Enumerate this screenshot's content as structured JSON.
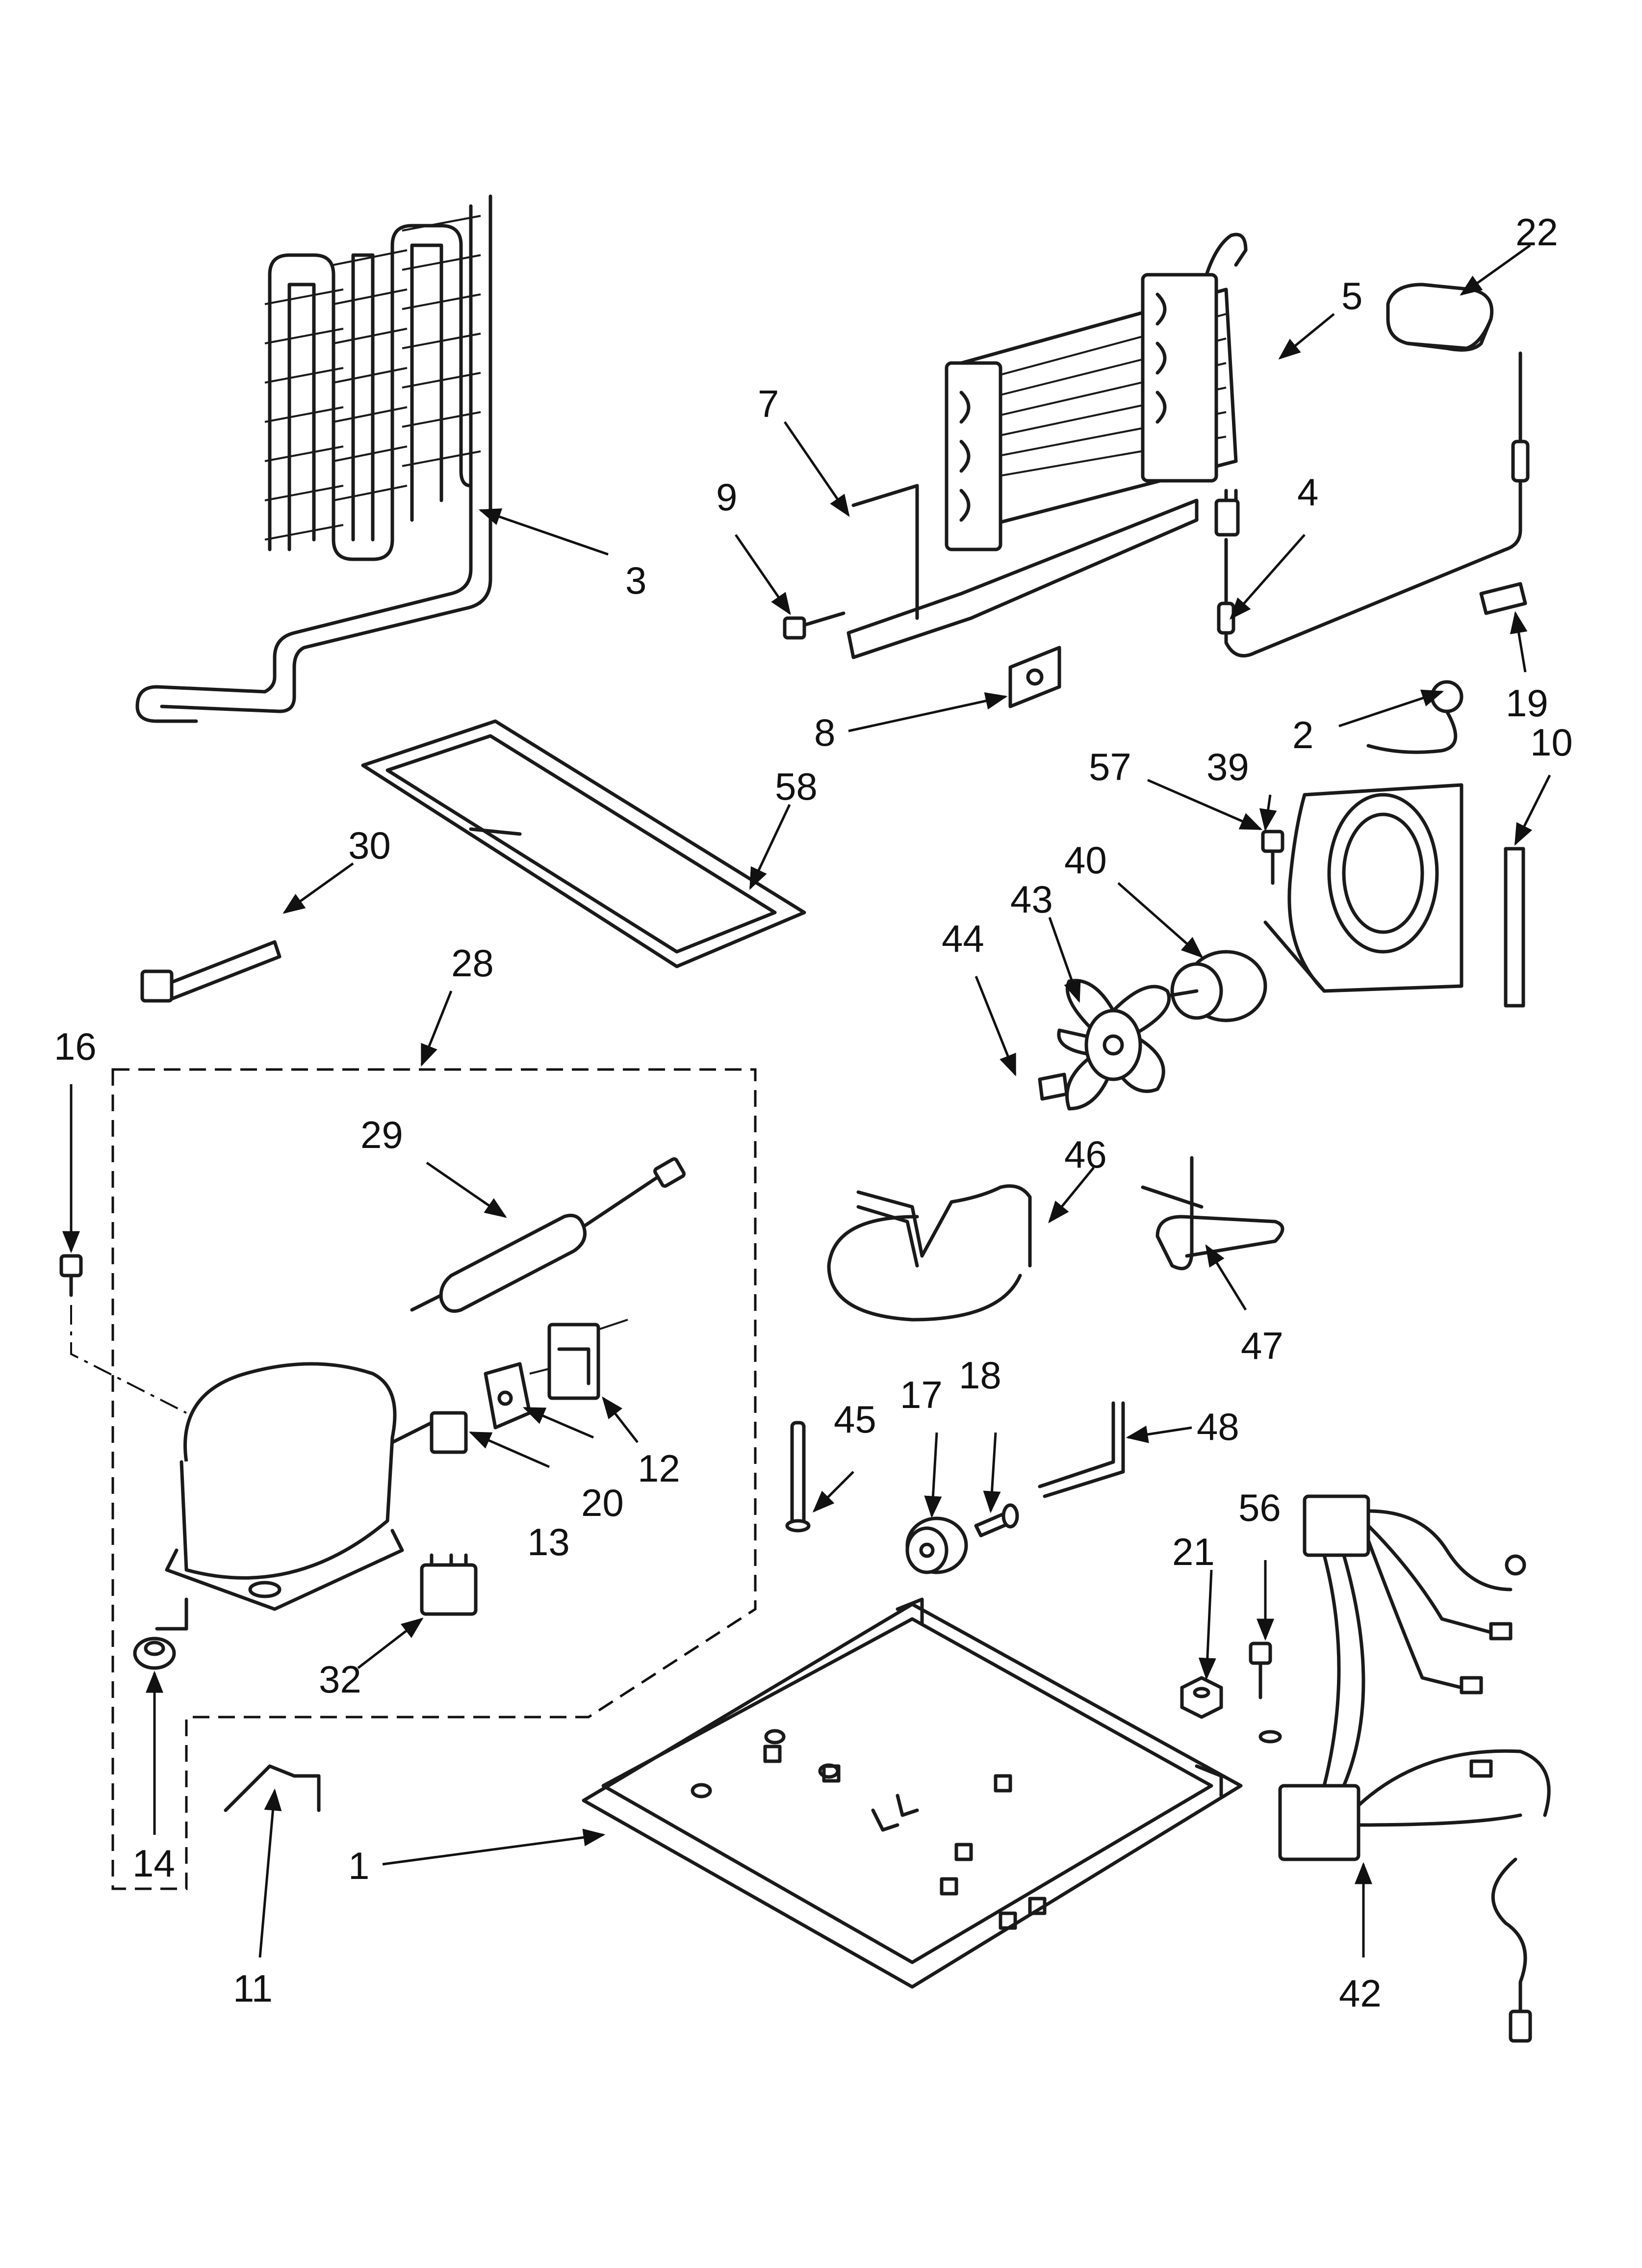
{
  "callouts": [
    {
      "id": "1",
      "text": "1"
    },
    {
      "id": "2",
      "text": "2"
    },
    {
      "id": "3",
      "text": "3"
    },
    {
      "id": "4",
      "text": "4"
    },
    {
      "id": "5",
      "text": "5"
    },
    {
      "id": "7",
      "text": "7"
    },
    {
      "id": "8",
      "text": "8"
    },
    {
      "id": "9",
      "text": "9"
    },
    {
      "id": "10",
      "text": "10"
    },
    {
      "id": "11",
      "text": "11"
    },
    {
      "id": "12",
      "text": "12"
    },
    {
      "id": "13",
      "text": "13"
    },
    {
      "id": "14",
      "text": "14"
    },
    {
      "id": "16",
      "text": "16"
    },
    {
      "id": "17",
      "text": "17"
    },
    {
      "id": "18",
      "text": "18"
    },
    {
      "id": "19",
      "text": "19"
    },
    {
      "id": "20",
      "text": "20"
    },
    {
      "id": "21",
      "text": "21"
    },
    {
      "id": "22",
      "text": "22"
    },
    {
      "id": "28",
      "text": "28"
    },
    {
      "id": "29",
      "text": "29"
    },
    {
      "id": "30",
      "text": "30"
    },
    {
      "id": "32",
      "text": "32"
    },
    {
      "id": "39",
      "text": "39"
    },
    {
      "id": "40",
      "text": "40"
    },
    {
      "id": "42",
      "text": "42"
    },
    {
      "id": "43",
      "text": "43"
    },
    {
      "id": "44",
      "text": "44"
    },
    {
      "id": "45",
      "text": "45"
    },
    {
      "id": "46",
      "text": "46"
    },
    {
      "id": "47",
      "text": "47"
    },
    {
      "id": "48",
      "text": "48"
    },
    {
      "id": "56",
      "text": "56"
    },
    {
      "id": "57",
      "text": "57"
    },
    {
      "id": "58",
      "text": "58"
    }
  ]
}
